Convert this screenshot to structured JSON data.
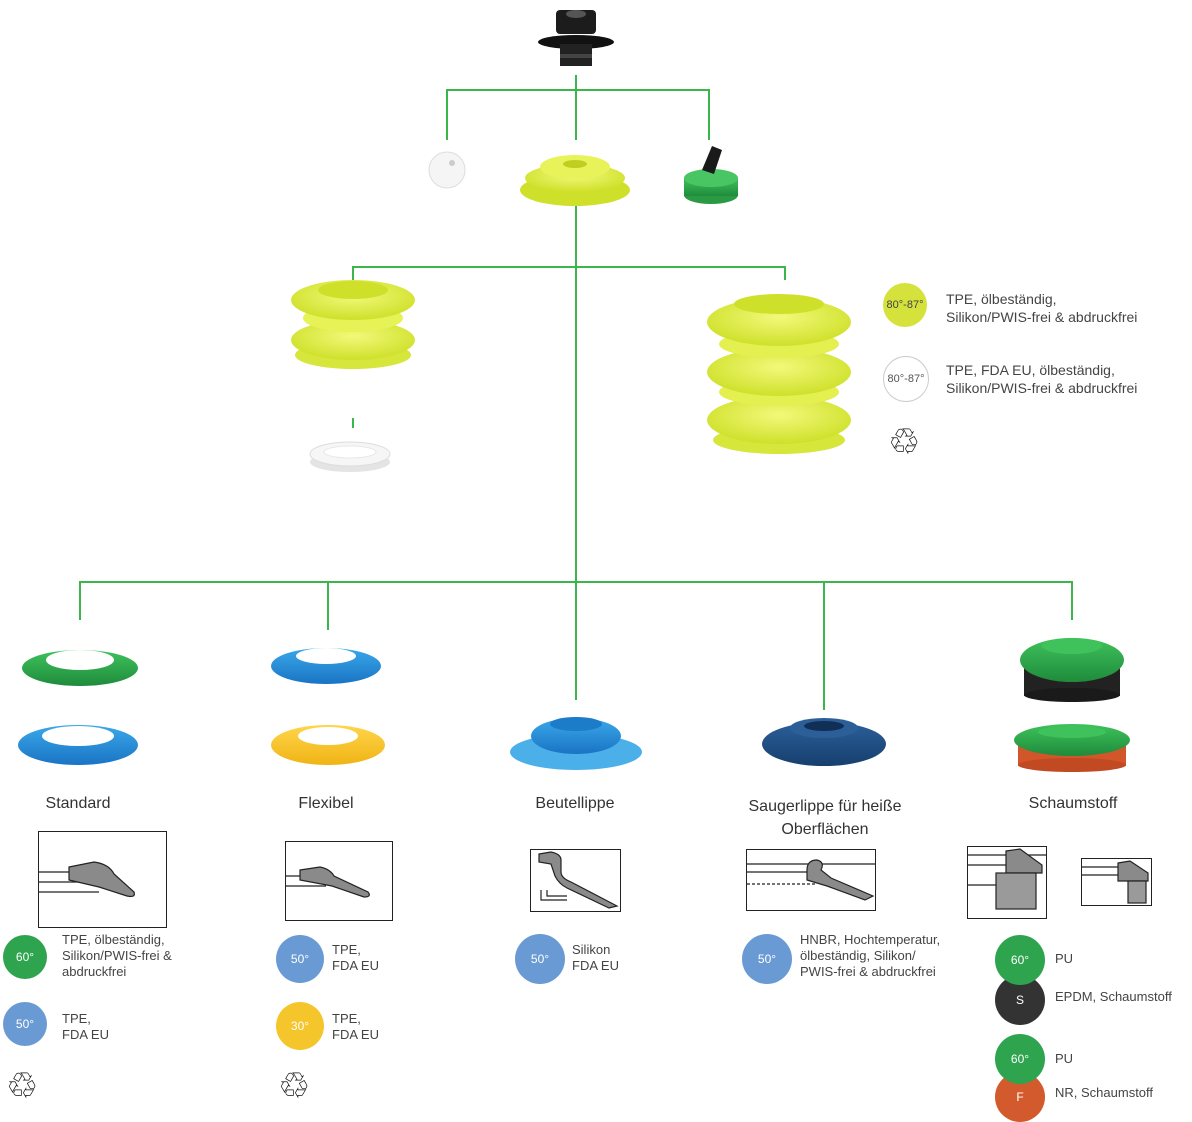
{
  "colors": {
    "line": "#3cb54a",
    "lime": "#d5e23c",
    "green": "#2ea44f",
    "blue_light": "#6a9ad4",
    "yellow": "#f5c52c",
    "dark": "#333333",
    "orange": "#d35a2c"
  },
  "legend": [
    {
      "badge": "80°-87°",
      "text1": "TPE, ölbeständig,",
      "text2": "Silikon/PWIS-frei & abdruckfrei"
    },
    {
      "badge": "80°-87°",
      "text1": "TPE, FDA EU, ölbeständig,",
      "text2": "Silikon/PWIS-frei & abdruckfrei"
    }
  ],
  "recycle_symbol": "♲",
  "lips": [
    {
      "label": "Standard",
      "materials": [
        {
          "badge": "60°",
          "lines": [
            "TPE, ölbeständig,",
            "Silikon/PWIS-frei &",
            "abdruckfrei"
          ]
        },
        {
          "badge": "50°",
          "lines": [
            "TPE,",
            "FDA EU"
          ]
        }
      ]
    },
    {
      "label": "Flexibel",
      "materials": [
        {
          "badge": "50°",
          "lines": [
            "TPE,",
            "FDA EU"
          ]
        },
        {
          "badge": "30°",
          "lines": [
            "TPE,",
            "FDA EU"
          ]
        }
      ]
    },
    {
      "label": "Beutellippe",
      "materials": [
        {
          "badge": "50°",
          "lines": [
            "Silikon",
            "FDA EU"
          ]
        }
      ]
    },
    {
      "label_line1": "Saugerlippe für heiße",
      "label_line2": "Oberflächen",
      "materials": [
        {
          "badge": "50°",
          "lines": [
            "HNBR, Hochtemperatur,",
            "ölbeständig, Silikon/",
            "PWIS-frei & abdruckfrei"
          ]
        }
      ]
    },
    {
      "label": "Schaumstoff",
      "materials": [
        {
          "badge": "60°",
          "lines": [
            "PU"
          ]
        },
        {
          "badge": "S",
          "lines": [
            "EPDM, Schaumstoff"
          ]
        },
        {
          "badge": "60°",
          "lines": [
            "PU"
          ]
        },
        {
          "badge": "F",
          "lines": [
            "NR, Schaumstoff"
          ]
        }
      ]
    }
  ]
}
